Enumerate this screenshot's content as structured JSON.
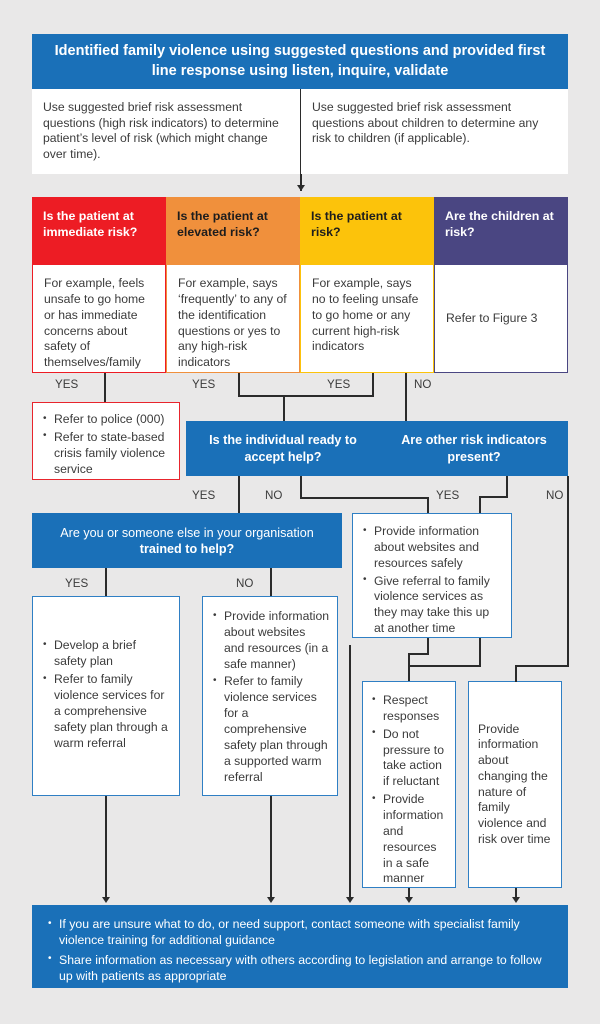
{
  "figure": {
    "title_box": "Identified family violence using suggested questions and provided first line response using listen, inquire, validate",
    "intro_left": "Use suggested brief risk assessment questions (high risk indicators) to determine patient’s level of risk (which might change over time).",
    "intro_right": "Use suggested brief risk assessment questions about children to determine any risk to children (if applicable)."
  },
  "risk_columns": [
    {
      "key": "immediate",
      "header": "Is the patient at immediate risk?",
      "body": "For example, feels unsafe to go home or has immediate concerns about safety of themselves/family",
      "color": "#ED1C24",
      "header_text_color": "#ffffff"
    },
    {
      "key": "elevated",
      "header": "Is the patient at elevated risk?",
      "body": "For example, says ‘frequently’ to any of the identification questions or yes to any high-risk indicators",
      "color": "#F0903C",
      "header_text_color": "#1d1d1d"
    },
    {
      "key": "at-risk",
      "header": "Is the patient at risk?",
      "body": "For example, says no to feeling unsafe to go home or any current high-risk indicators",
      "color": "#FCC30B",
      "header_text_color": "#1d1d1d"
    },
    {
      "key": "children",
      "header": "Are the children at risk?",
      "body": "Refer to Figure 3",
      "color": "#4A4682",
      "header_text_color": "#ffffff"
    }
  ],
  "edge_labels": {
    "yes": "YES",
    "no": "NO",
    "immediate_yes": "YES",
    "elevated_yes": "YES",
    "atrisk_yes": "YES",
    "children_no": "NO",
    "ready_yes": "YES",
    "ready_no": "NO",
    "other_yes": "YES",
    "other_no": "NO",
    "trained_yes": "YES",
    "trained_no": "NO"
  },
  "nodes": {
    "police_referral": {
      "name": "immediate-risk-actions",
      "items": [
        "Refer to police (000)",
        "Refer to state-based crisis family violence service"
      ]
    },
    "ready_question": {
      "name": "ready-to-accept-help",
      "text": "Is the individual ready to accept help?"
    },
    "other_indicators_question": {
      "name": "other-risk-indicators",
      "text": "Are other risk indicators present?"
    },
    "trained_question": {
      "name": "trained-to-help",
      "text_plain": "Are you or someone else in your organisation ",
      "text_bold": "trained to help?"
    },
    "websites_resources": {
      "name": "provide-info-websites-safely",
      "items": [
        "Provide information about websites and resources safely",
        "Give referral to family violence services as they may take this up at another time"
      ]
    },
    "safety_plan_warm": {
      "name": "develop-safety-plan",
      "items": [
        "Develop a brief safety plan",
        "Refer to family violence services for a comprehensive safety plan through a warm referral"
      ]
    },
    "safety_plan_supported": {
      "name": "provide-info-supported-warm-referral",
      "items": [
        "Provide information about websites and resources (in a safe manner)",
        "Refer to family violence services for a comprehensive safety plan through a supported warm referral"
      ]
    },
    "respect_responses": {
      "name": "respect-responses",
      "items": [
        "Respect responses",
        "Do not pressure to take action if reluctant",
        "Provide information and resources in a safe manner"
      ]
    },
    "changing_nature": {
      "name": "changing-nature-of-risk",
      "text": "Provide information about changing the nature of family violence and risk over time"
    },
    "footer": {
      "name": "footer-guidance",
      "items": [
        "If you are unsure what to do, or need support, contact someone with specialist family violence training for additional guidance",
        "Share information as necessary with others according to legislation and arrange to follow up with patients as appropriate"
      ]
    }
  },
  "colors": {
    "brand_blue": "#1a70b8",
    "outline_blue": "#2f7fc4",
    "alert_red": "#E8252D",
    "page_bg": "#E9E8E8",
    "line": "#2B2B2B"
  }
}
